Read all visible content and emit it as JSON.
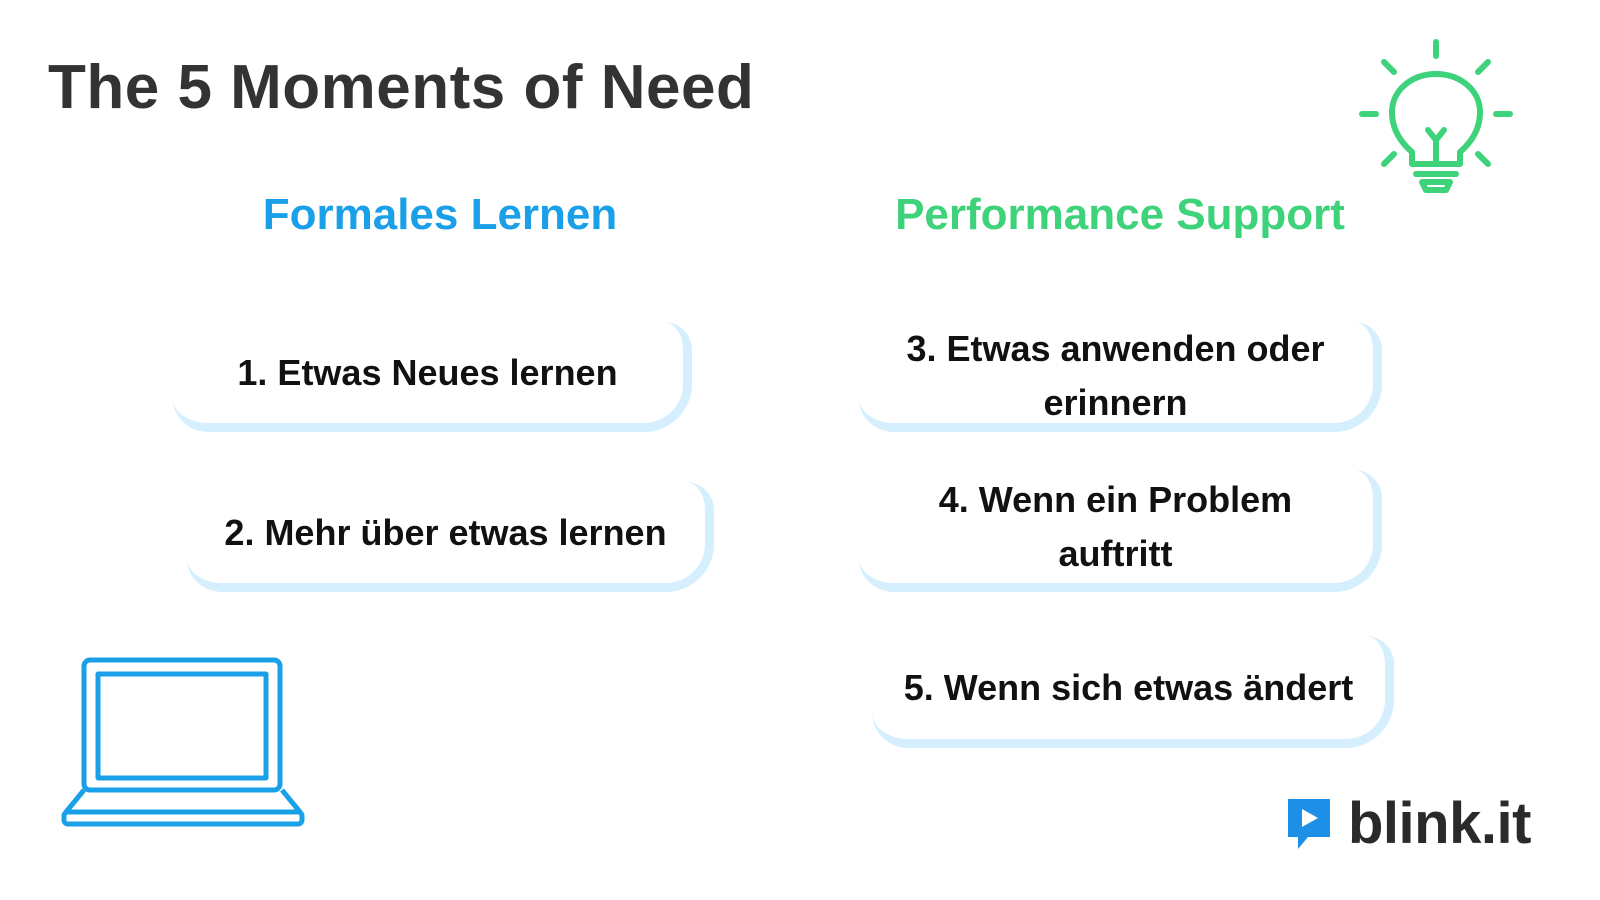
{
  "title": "The 5 Moments of Need",
  "columns": {
    "formal": {
      "heading": "Formales Lernen",
      "color": "#1aa0e8"
    },
    "performance": {
      "heading": "Performance Support",
      "color": "#3ed27a"
    }
  },
  "moments": [
    "1.   Etwas Neues lernen",
    "2. Mehr über etwas lernen",
    "3. Etwas anwenden oder\nerinnern",
    "4. Wenn ein Problem\nauftritt",
    "5. Wenn sich etwas ändert"
  ],
  "card_shadow_color": "#d6efff",
  "icons": {
    "bulb": "lightbulb-icon",
    "laptop": "laptop-icon",
    "logo": "blink-play-icon"
  },
  "logo": {
    "text": "blink.it",
    "color": "#1d8fe6"
  }
}
